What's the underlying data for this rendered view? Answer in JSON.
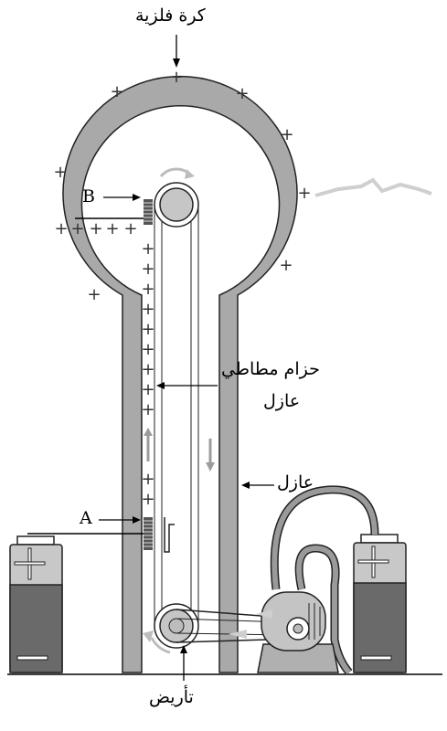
{
  "labels": {
    "metal_sphere": "كرة فلزية",
    "rubber_belt_line1": "حزام مطاطي",
    "rubber_belt_line2": "عازل",
    "insulator": "عازل",
    "ground": "تأريض",
    "point_a": "A",
    "point_b": "B"
  },
  "charge_symbol": "+",
  "colors": {
    "dark_gray": "#6a6a6a",
    "mid_gray": "#a9a9a9",
    "light_gray": "#d0d0d0",
    "belt_gray": "#bdbdbd",
    "arrow_gray": "#9c9c9c",
    "spark_gray": "#cfcfcf"
  }
}
